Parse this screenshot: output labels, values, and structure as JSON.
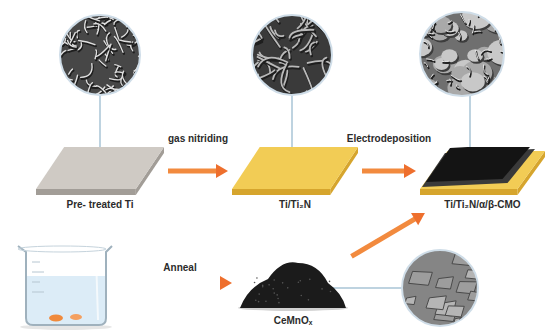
{
  "diagram": {
    "nodes": [
      {
        "text": [
          "Pre- treated Ti"
        ]
      },
      {
        "text": [
          "Ti/Ti₂N"
        ]
      },
      {
        "text": [
          "Ti/Ti₂N/α/β-CMO"
        ]
      },
      {
        "text": [
          "CeMnOₓ"
        ]
      }
    ],
    "edges": [
      {
        "from": 0,
        "to": 1,
        "label": "gas nitriding",
        "arrow": "to"
      },
      {
        "from": 1,
        "to": 2,
        "label": "Electrodeposition",
        "arrow": "to"
      },
      {
        "from": 3,
        "to": 2,
        "arrow": "to"
      }
    ],
    "labels": [
      "Anneal"
    ]
  }
}
